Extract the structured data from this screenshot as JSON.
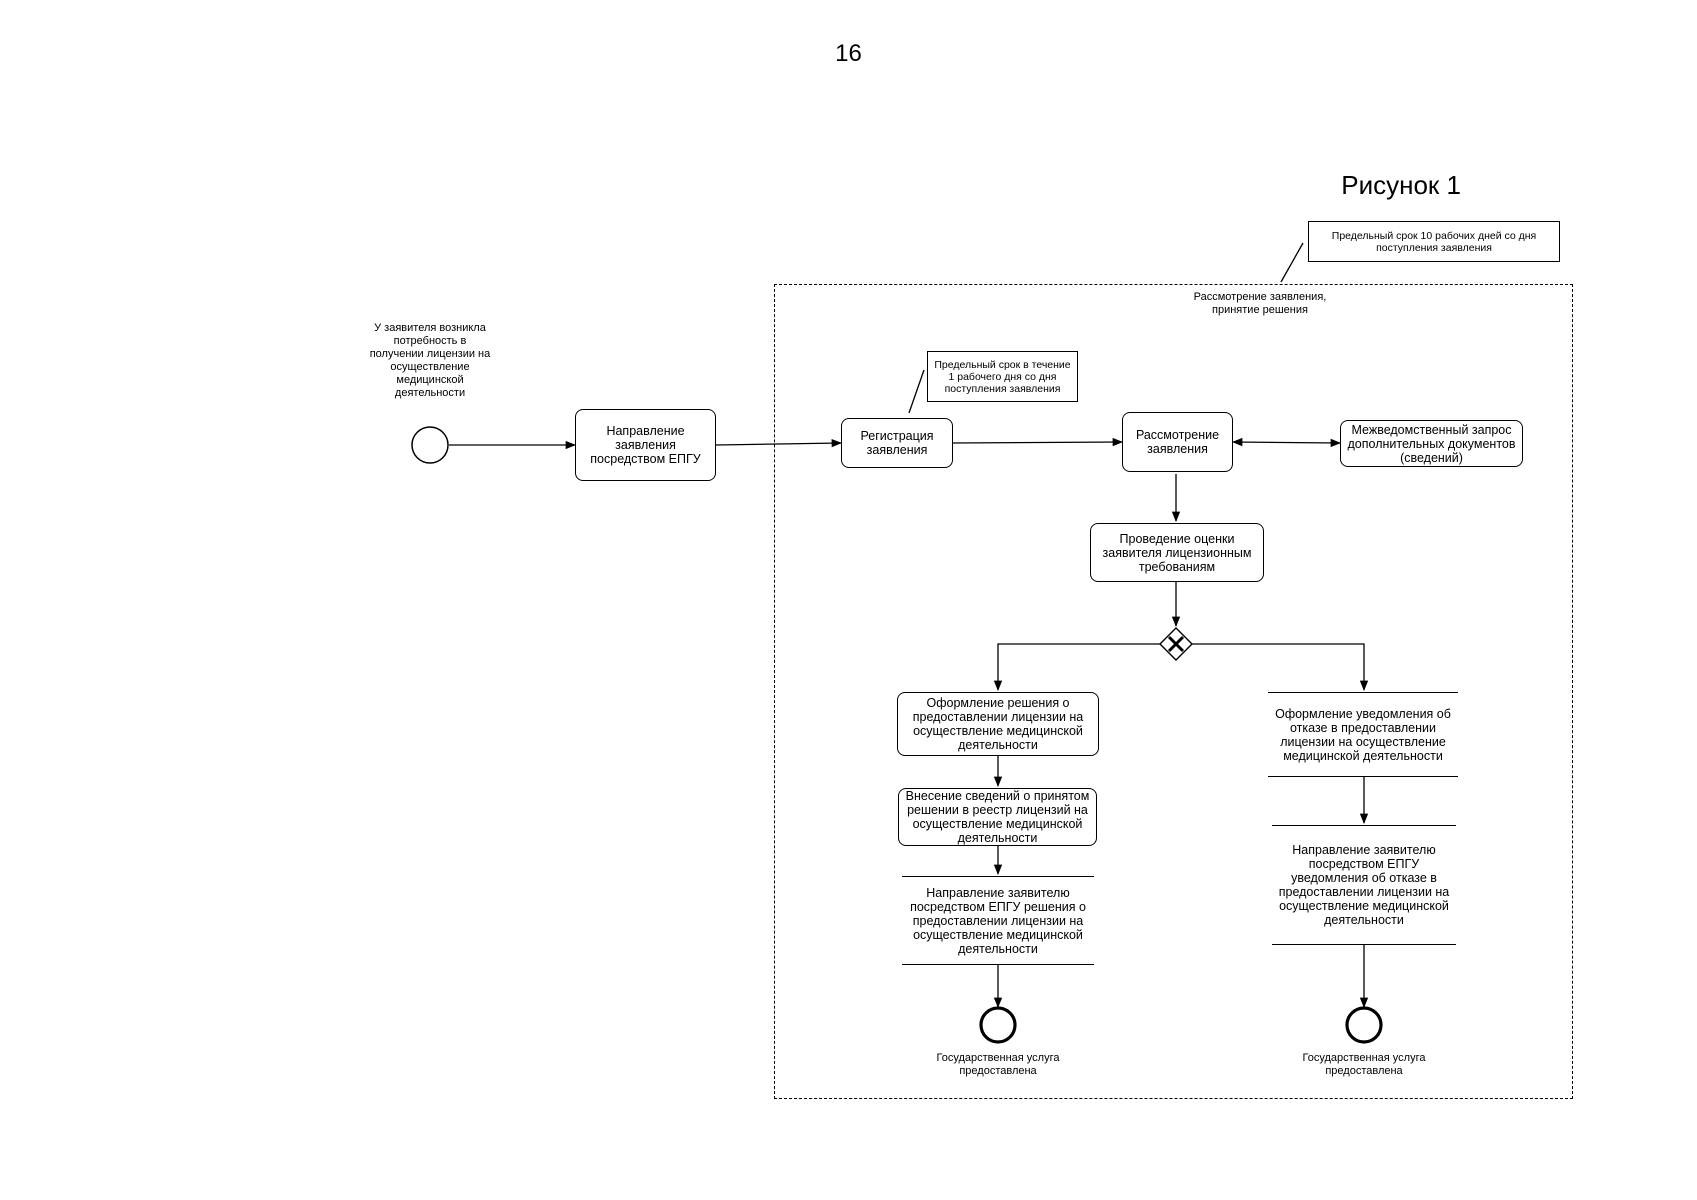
{
  "page": {
    "number": "16",
    "figure_label": "Рисунок 1"
  },
  "notes": {
    "deadline_10_days": "Предельный срок 10 рабочих дней со дня поступления заявления",
    "deadline_1_day": "Предельный срок в течение 1 рабочего дня со дня поступления заявления"
  },
  "pool": {
    "label": "Рассмотрение заявления, принятие решения"
  },
  "start": {
    "label": "У заявителя возникла потребность в получении лицензии на осуществление медицинской деятельности"
  },
  "tasks": {
    "submit_via_epgu": "Направление заявления посредством ЕПГУ",
    "registration": "Регистрация заявления",
    "review": "Рассмотрение заявления",
    "interagency_request": "Межведомственный запрос дополнительных документов (сведений)",
    "assessment": "Проведение оценки заявителя лицензионным требованиям",
    "grant_decision": "Оформление решения о предоставлении лицензии на осуществление медицинской деятельности",
    "registry_entry": "Внесение сведений о принятом решении в реестр лицензий на осуществление медицинской деятельности",
    "send_grant": "Направление заявителю посредством ЕПГУ решения о предоставлении лицензии на осуществление медицинской деятельности",
    "refusal_notice": "Оформление уведомления об отказе в предоставлении лицензии на осуществление медицинской деятельности",
    "send_refusal": "Направление заявителю посредством ЕПГУ уведомления об отказе в предоставлении лицензии на осуществление медицинской деятельности"
  },
  "end_events": {
    "left": "Государственная услуга предоставлена",
    "right": "Государственная услуга предоставлена"
  },
  "icons": {
    "gateway": "exclusive-gateway-x-icon"
  }
}
